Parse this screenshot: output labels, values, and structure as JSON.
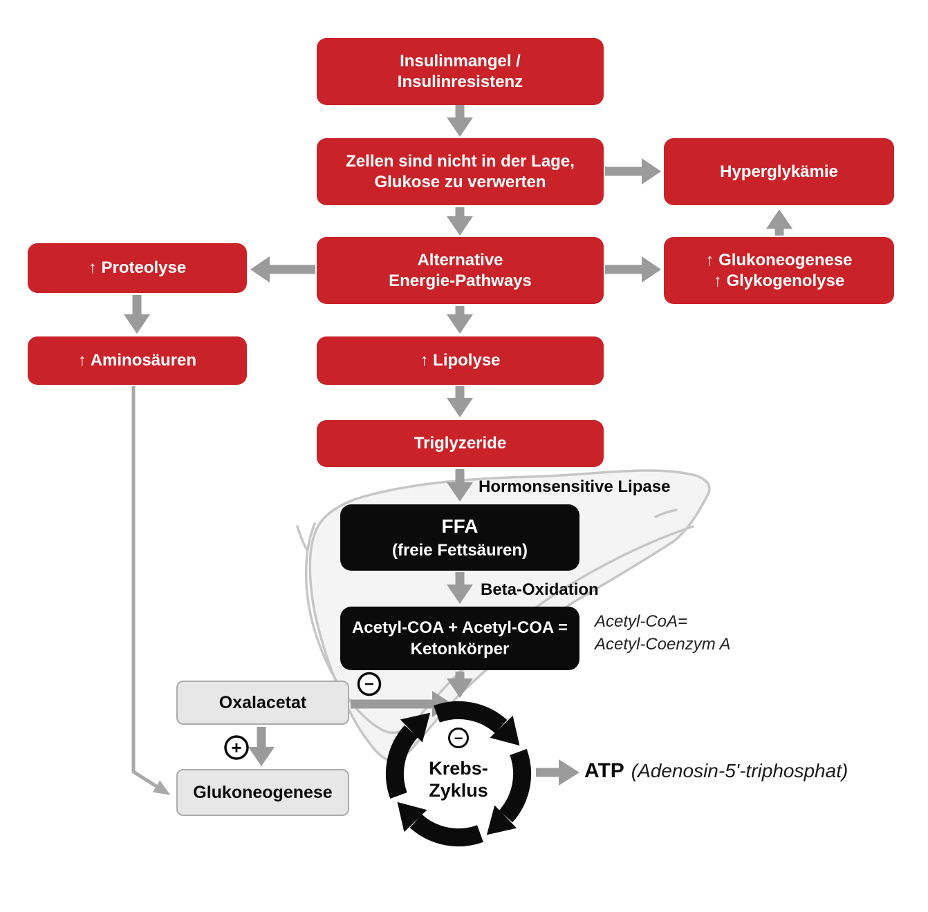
{
  "diagram": {
    "boxes": {
      "insulinmangel": "Insulinmangel /\nInsulinresistenz",
      "zellen": "Zellen sind nicht in der Lage,\nGlukose zu verwerten",
      "hyperglykaemie": "Hyperglykämie",
      "alternative_pathways": "Alternative\nEnergie-Pathways",
      "glukoneogenese_glykogenolyse": "↑ Glukoneogenese\n↑ Glykogenolyse",
      "proteolyse": "↑ Proteolyse",
      "aminosaeuren": "↑ Aminosäuren",
      "lipolyse": "↑ Lipolyse",
      "triglyzeride": "Triglyzeride",
      "ffa_title": "FFA",
      "ffa_subtitle": "(freie Fettsäuren)",
      "acetyl_ketone": "Acetyl-COA + Acetyl-COA =\nKetonkörper",
      "oxalacetat": "Oxalacetat",
      "glukoneogenese": "Glukoneogenese"
    },
    "labels": {
      "hormonsensitive_lipase": "Hormonsensitive Lipase",
      "beta_oxidation": "Beta-Oxidation",
      "acetyl_note": "Acetyl-CoA=\nAcetyl-Coenzym A",
      "krebs_zyklus": "Krebs-\nZyklus",
      "atp": "ATP",
      "atp_full": "(Adenosin-5'-triphosphat)"
    },
    "badges": {
      "inhibition_oxalacetat": "−",
      "stimulation_glukoneogenese": "+",
      "inhibition_krebs": "−"
    },
    "colors": {
      "box_red": "#CA2229",
      "box_black": "#0B0B0B",
      "box_gray_fill": "#E7E7E7",
      "box_gray_border": "#ABABAB",
      "arrow_gray": "#9B9B9B",
      "liver_fill": "#F4F4F4",
      "liver_stroke": "#C6C6C6",
      "text_white": "#FFFFFF",
      "text_black": "#111111"
    }
  }
}
